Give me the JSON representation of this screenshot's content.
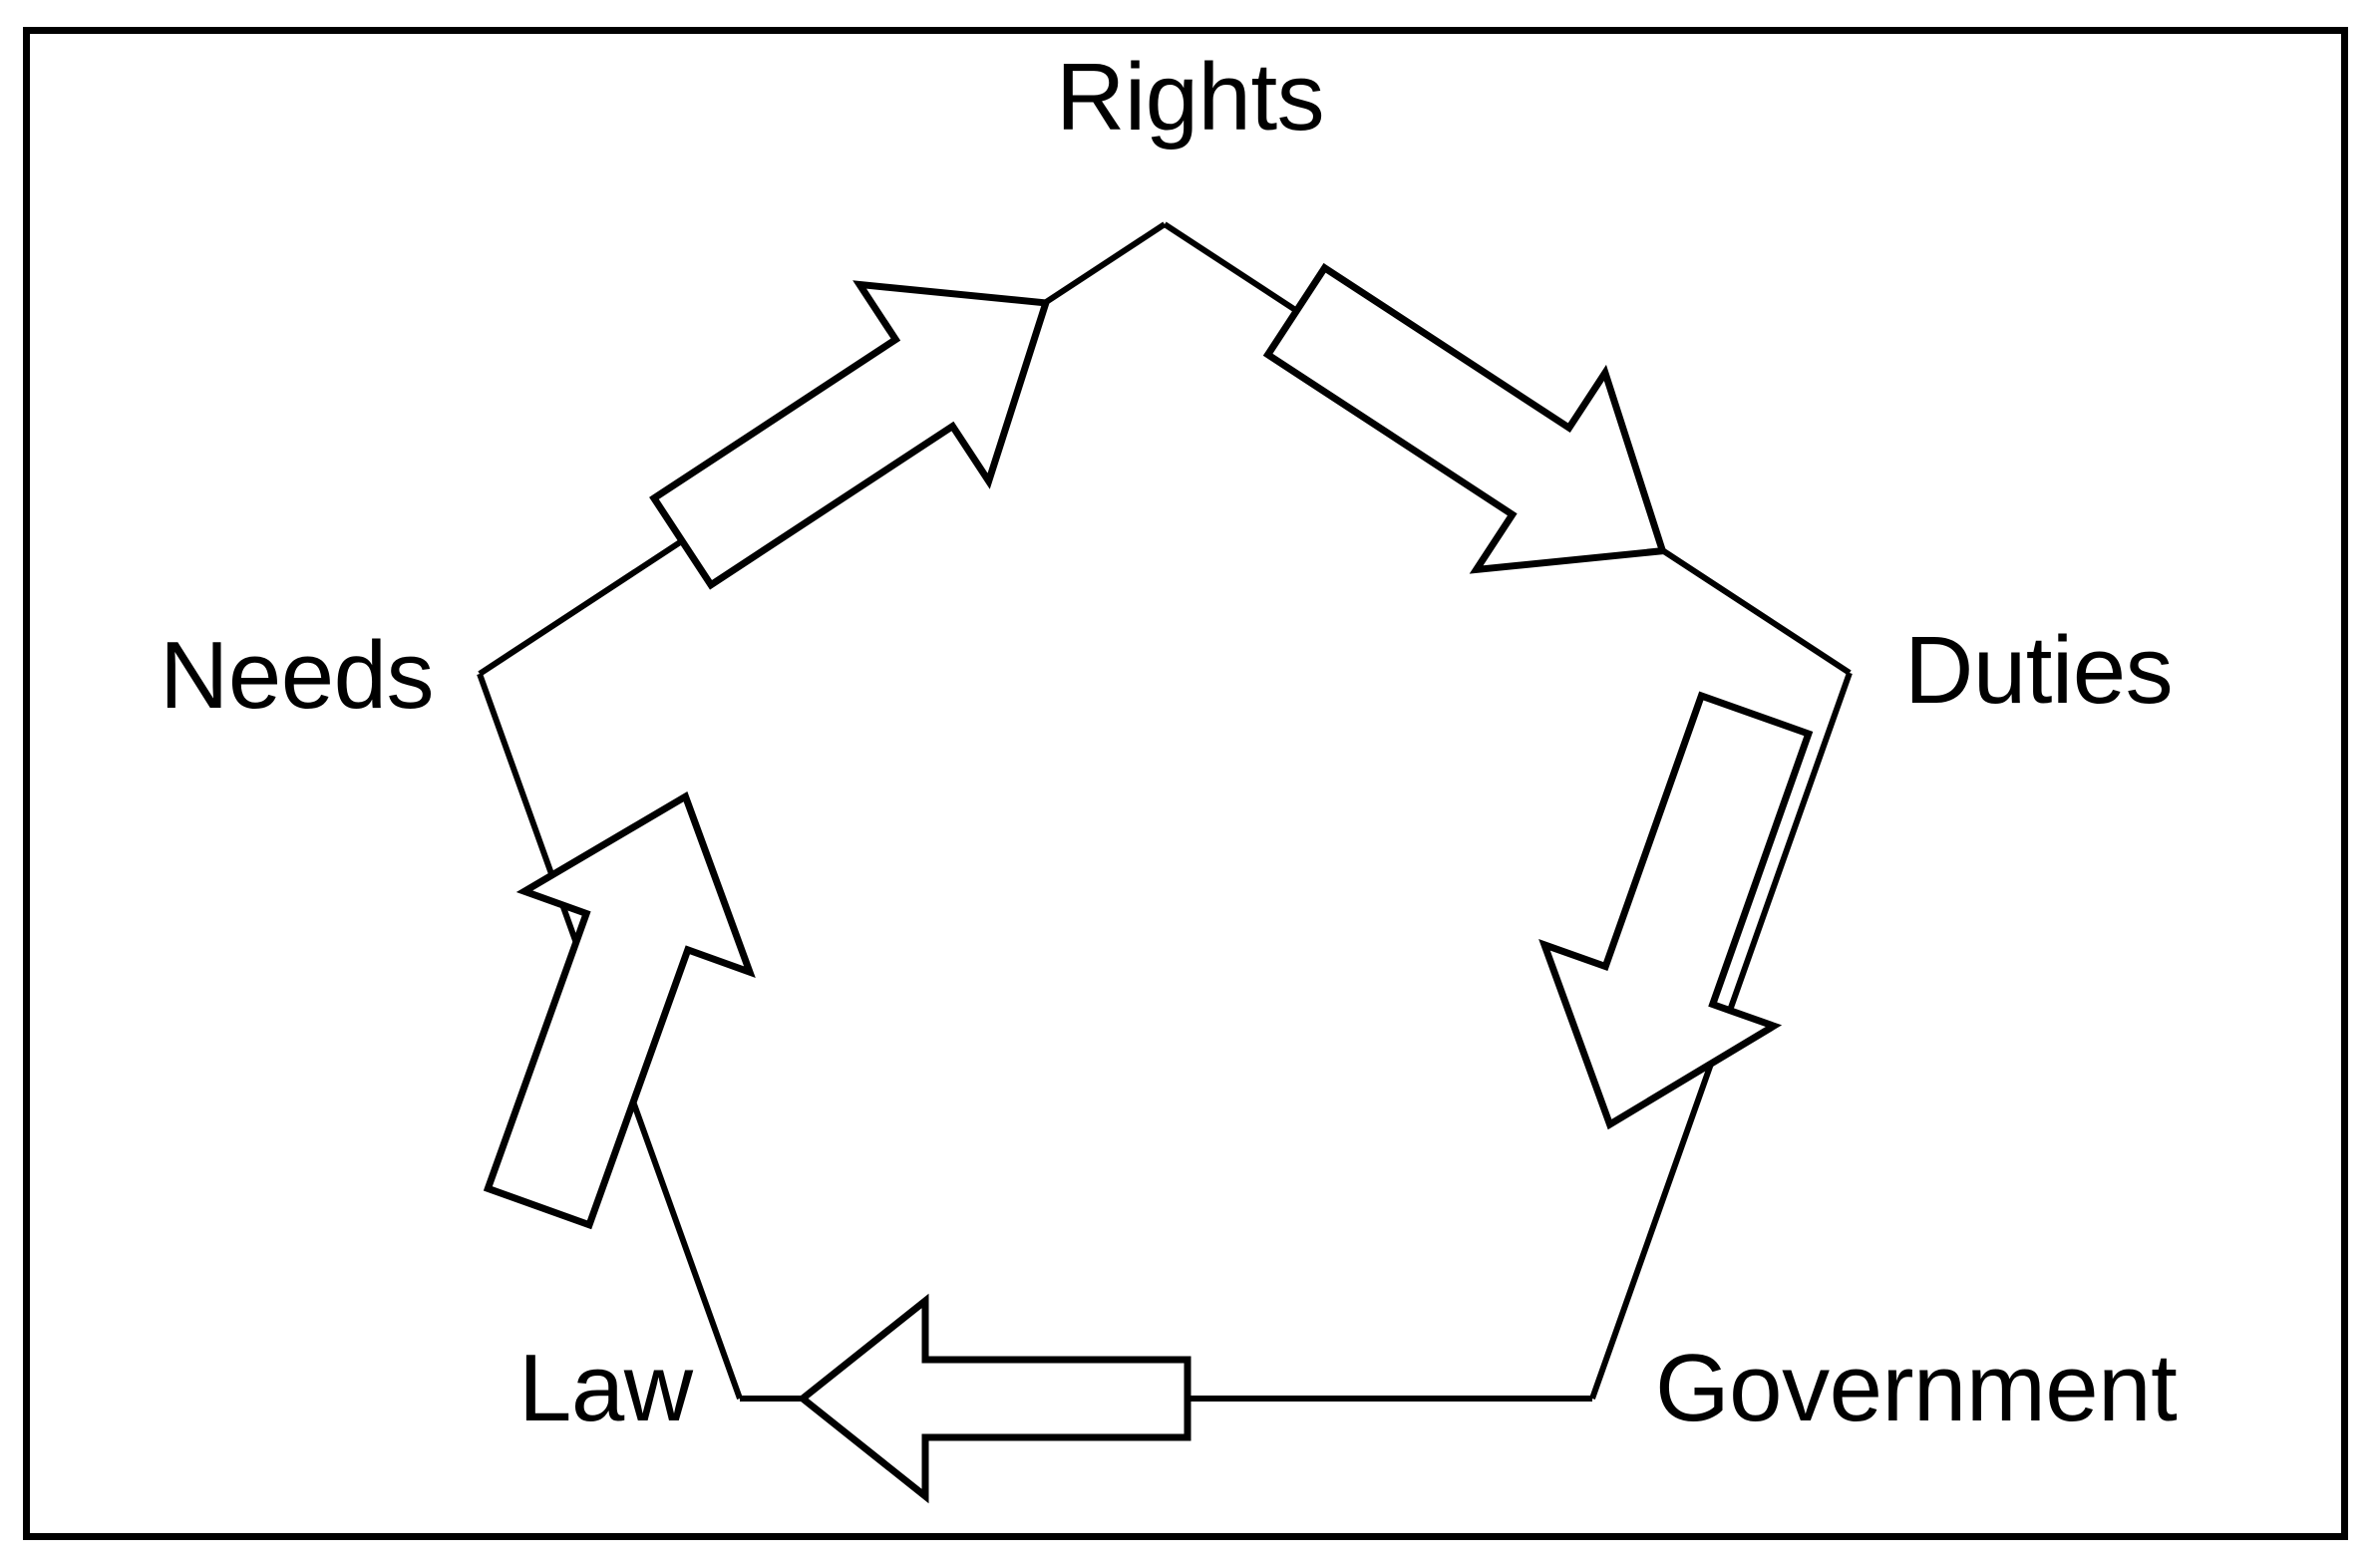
{
  "diagram": {
    "type": "cycle",
    "shape": "pentagon",
    "title": "",
    "border_color": "#000000",
    "background_color": "#ffffff",
    "line_color": "#000000",
    "arrow_fill": "#ffffff",
    "arrow_stroke": "#000000",
    "nodes": [
      {
        "id": "rights",
        "label": "Rights",
        "position": "top"
      },
      {
        "id": "duties",
        "label": "Duties",
        "position": "right"
      },
      {
        "id": "government",
        "label": "Government",
        "position": "bottom-right"
      },
      {
        "id": "law",
        "label": "Law",
        "position": "bottom-left"
      },
      {
        "id": "needs",
        "label": "Needs",
        "position": "left"
      }
    ],
    "edges": [
      {
        "from": "needs",
        "to": "rights",
        "direction": "up-right",
        "arrow": "block-arrow"
      },
      {
        "from": "rights",
        "to": "duties",
        "direction": "down-right",
        "arrow": "block-arrow"
      },
      {
        "from": "duties",
        "to": "government",
        "direction": "down-left",
        "arrow": "block-arrow"
      },
      {
        "from": "government",
        "to": "law",
        "direction": "left",
        "arrow": "block-arrow"
      },
      {
        "from": "law",
        "to": "needs",
        "direction": "up",
        "arrow": "block-arrow"
      }
    ]
  }
}
